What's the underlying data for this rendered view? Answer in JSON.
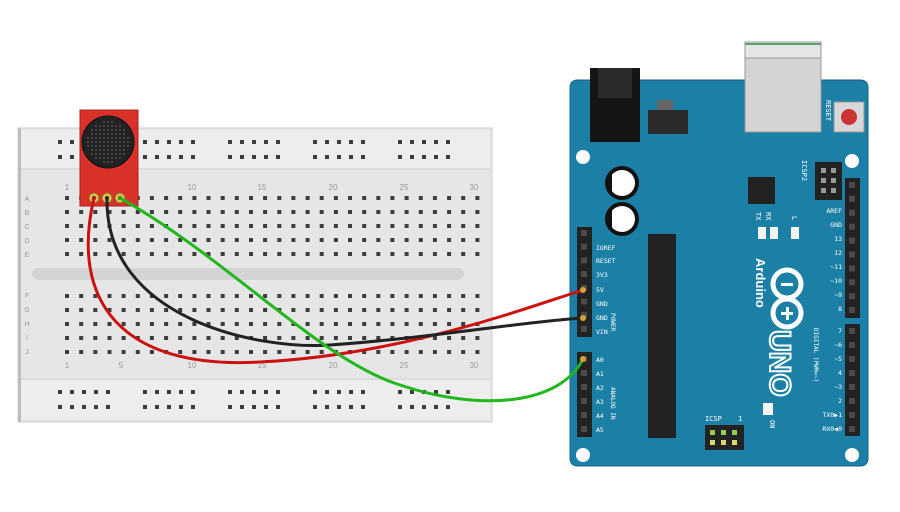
{
  "breadboard": {
    "column_numbers": [
      "1",
      "5",
      "10",
      "15",
      "20",
      "25",
      "30"
    ],
    "row_letters_top": [
      "A",
      "B",
      "C",
      "D",
      "E"
    ],
    "row_letters_bottom": [
      "F",
      "G",
      "H",
      "I",
      "J"
    ]
  },
  "mic_module": {},
  "arduino": {
    "brand": "Arduino",
    "model": "UNO",
    "reset_label": "RESET",
    "icsp2_label": "ICSP2",
    "icsp_label": "ICSP",
    "icsp_pin1": "1",
    "tx_label": "TX",
    "rx_label": "RX",
    "l_label": "L",
    "on_label": "ON",
    "power_header_label": "POWER",
    "analog_header_label": "ANALOG IN",
    "digital_header_label": "DIGITAL (PWM=~)",
    "power_pins": [
      "IOREF",
      "RESET",
      "3V3",
      "5V",
      "GND",
      "GND",
      "VIN"
    ],
    "analog_pins": [
      "A0",
      "A1",
      "A2",
      "A3",
      "A4",
      "A5"
    ],
    "digital_top_pins": [
      "AREF",
      "GND",
      "13",
      "12",
      "~11",
      "~10",
      "~9",
      "8"
    ],
    "digital_bottom_pins": [
      "7",
      "~6",
      "~5",
      "4",
      "~3",
      "2",
      "TX0▶1",
      "RX0◀0"
    ]
  },
  "wires": [
    {
      "name": "red",
      "color": "#cc1111",
      "from": "mic VCC",
      "to": "5V"
    },
    {
      "name": "black",
      "color": "#222222",
      "from": "mic GND",
      "to": "GND"
    },
    {
      "name": "green",
      "color": "#22b61f",
      "from": "mic OUT",
      "to": "A0"
    }
  ]
}
